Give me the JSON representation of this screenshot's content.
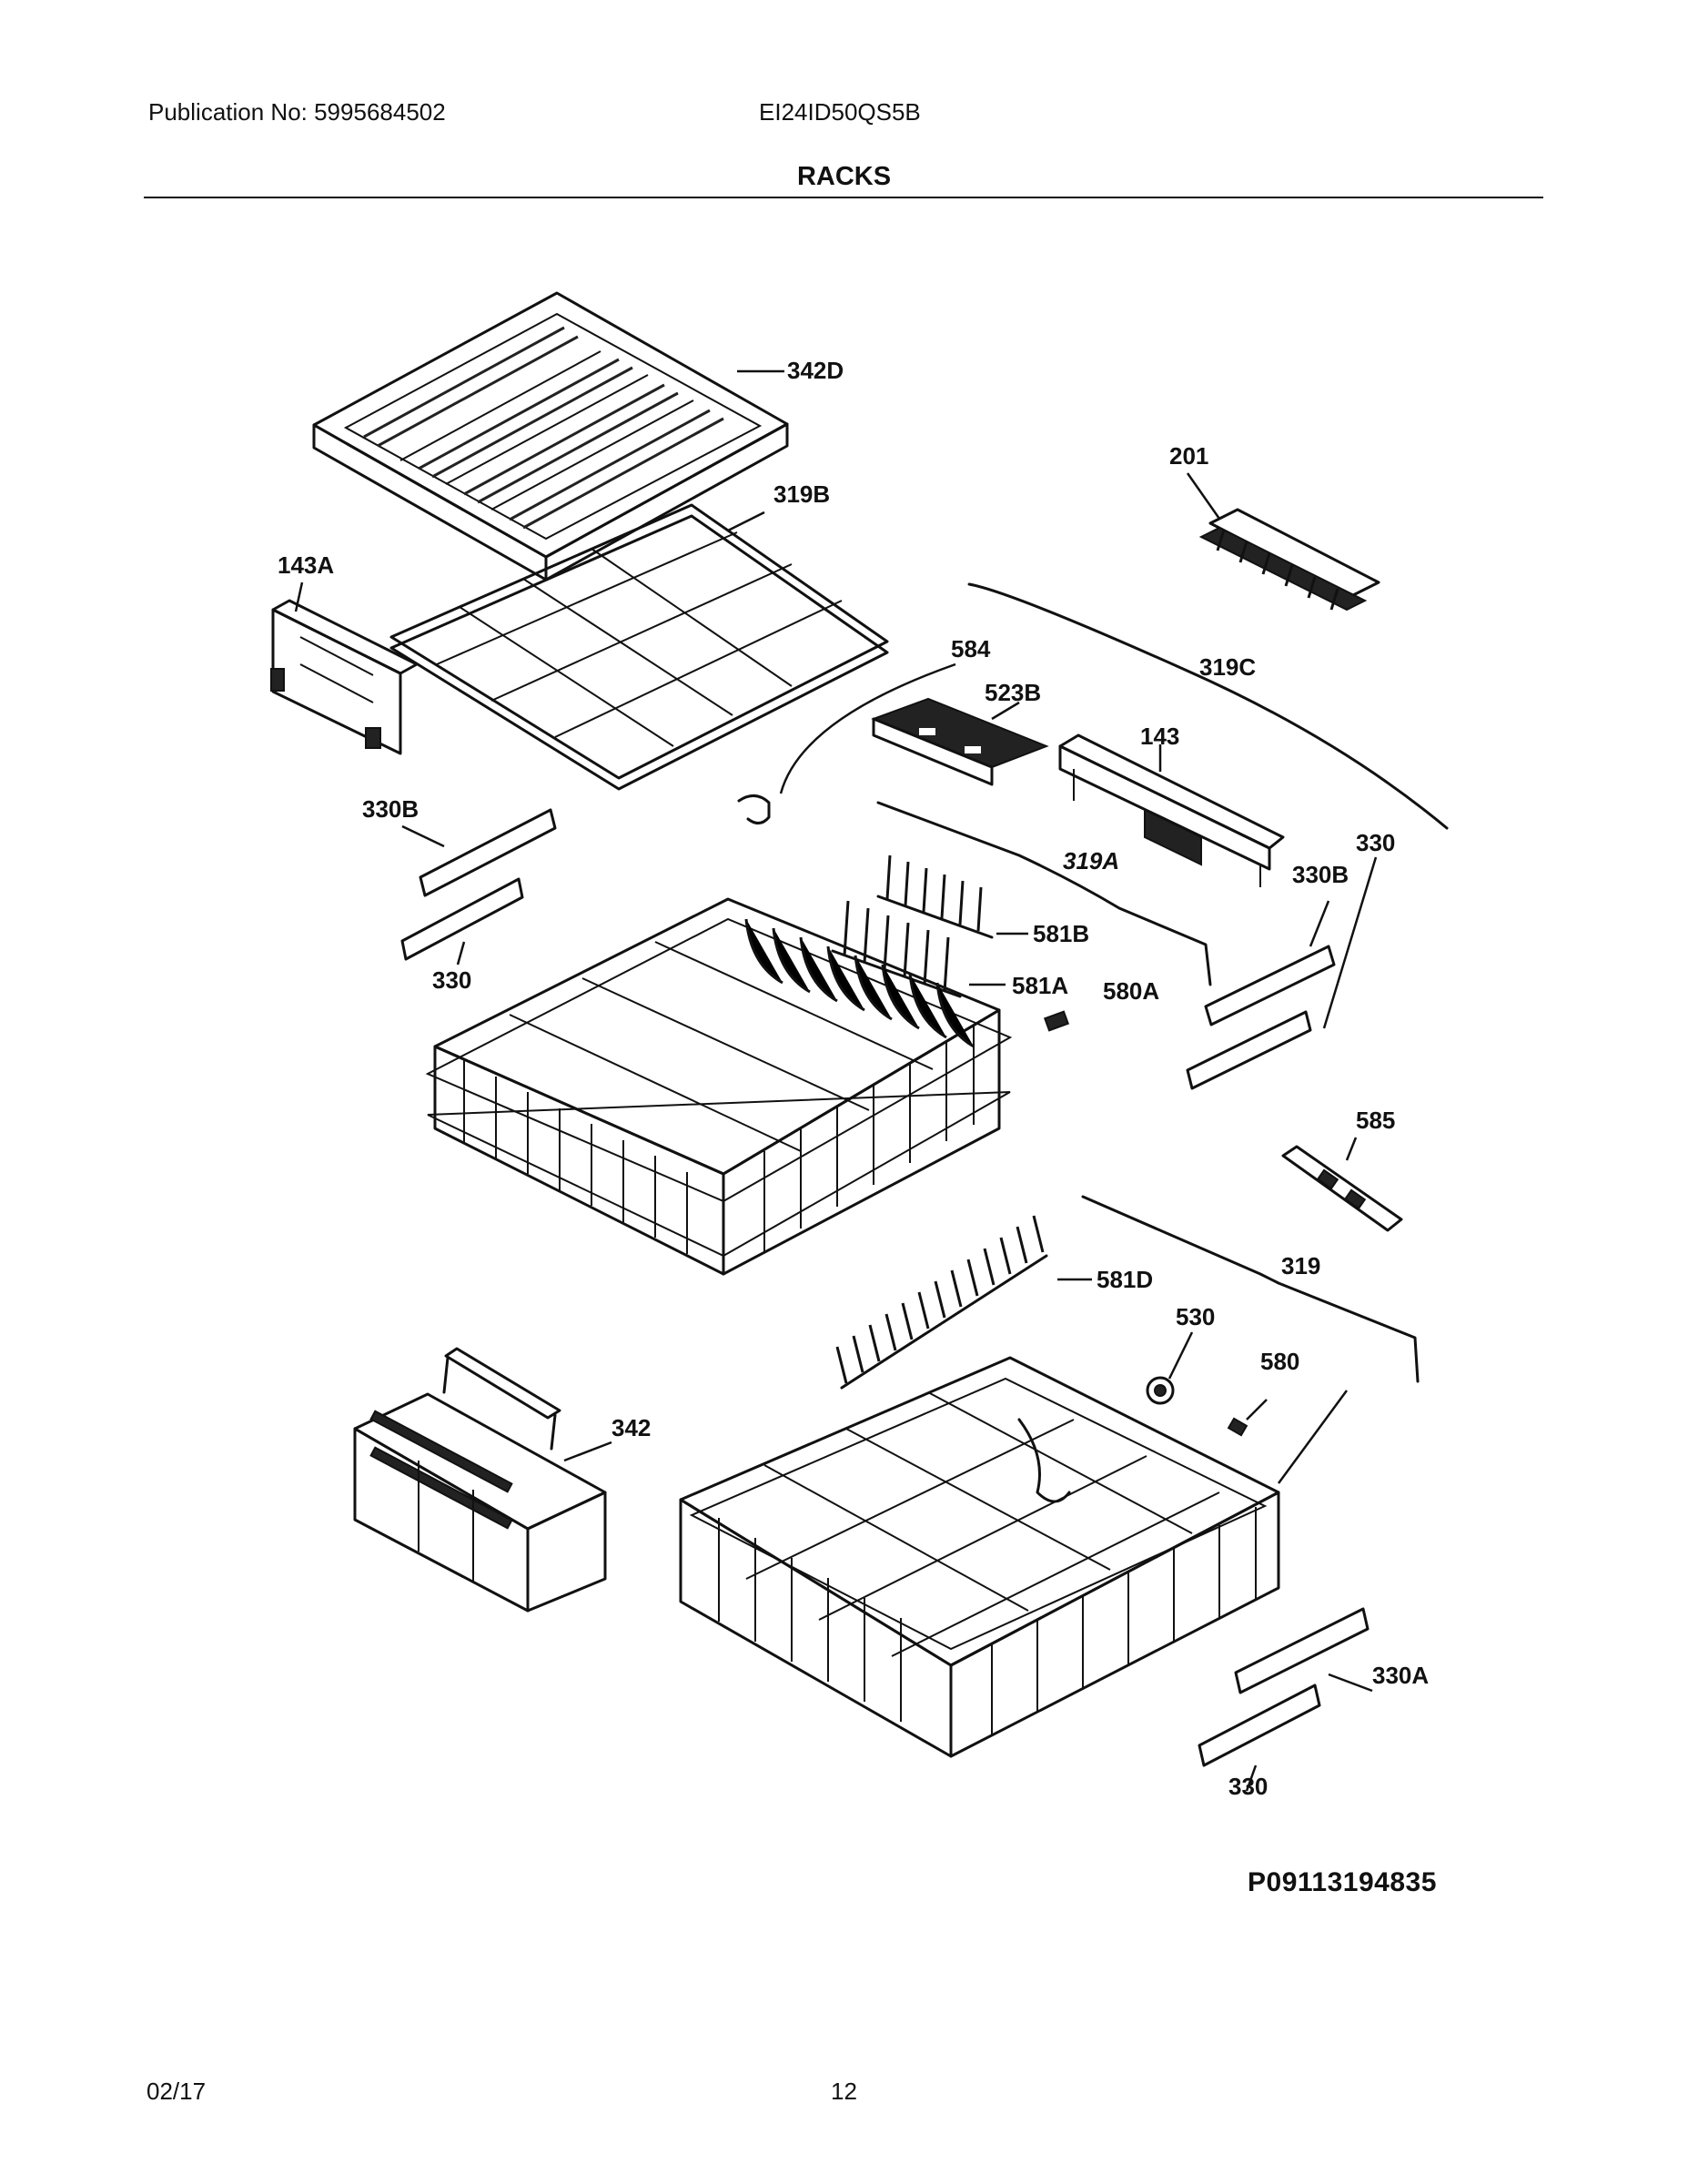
{
  "header": {
    "publication": "Publication No: 5995684502",
    "model": "EI24ID50QS5B",
    "section_title": "RACKS"
  },
  "callouts": {
    "c342D": "342D",
    "c201": "201",
    "c319B": "319B",
    "c143A": "143A",
    "c584": "584",
    "c523B": "523B",
    "c319C": "319C",
    "c143": "143",
    "c330B_left": "330B",
    "c319A": "319A",
    "c330_right": "330",
    "c330B_right": "330B",
    "c581B": "581B",
    "c330_left": "330",
    "c581A": "581A",
    "c580A": "580A",
    "c585": "585",
    "c319": "319",
    "c581D": "581D",
    "c530": "530",
    "c580": "580",
    "c342": "342",
    "c330A": "330A",
    "c330_bottom": "330"
  },
  "footer": {
    "reference_code": "P09113194835",
    "date": "02/17",
    "page_number": "12"
  }
}
